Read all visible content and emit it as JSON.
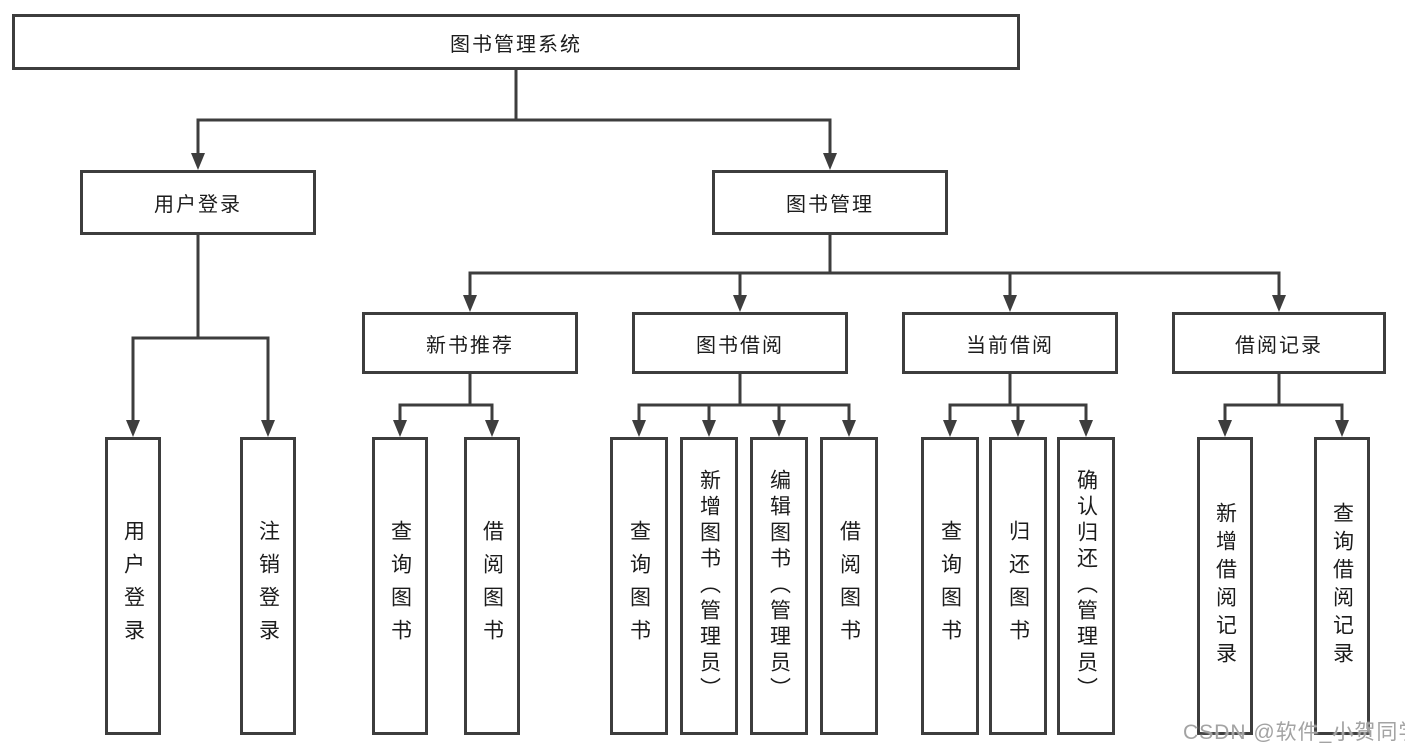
{
  "tree": {
    "root": "图书管理系统",
    "branches": [
      {
        "label": "用户登录",
        "children": [
          "用户登录",
          "注销登录"
        ]
      },
      {
        "label": "图书管理",
        "groups": [
          {
            "label": "新书推荐",
            "children": [
              "查询图书",
              "借阅图书"
            ]
          },
          {
            "label": "图书借阅",
            "children": [
              "查询图书",
              "新增图书（管理员）",
              "编辑图书（管理员）",
              "借阅图书"
            ]
          },
          {
            "label": "当前借阅",
            "children": [
              "查询图书",
              "归还图书",
              "确认归还（管理员）"
            ]
          },
          {
            "label": "借阅记录",
            "children": [
              "新增借阅记录",
              "查询借阅记录"
            ]
          }
        ]
      }
    ]
  },
  "colors": {
    "line": "#3d3d3d",
    "text": "#1c1c1c",
    "watermark": "#a3a3a3"
  },
  "watermark": {
    "text": "CSDN @软件_小贺同学"
  }
}
